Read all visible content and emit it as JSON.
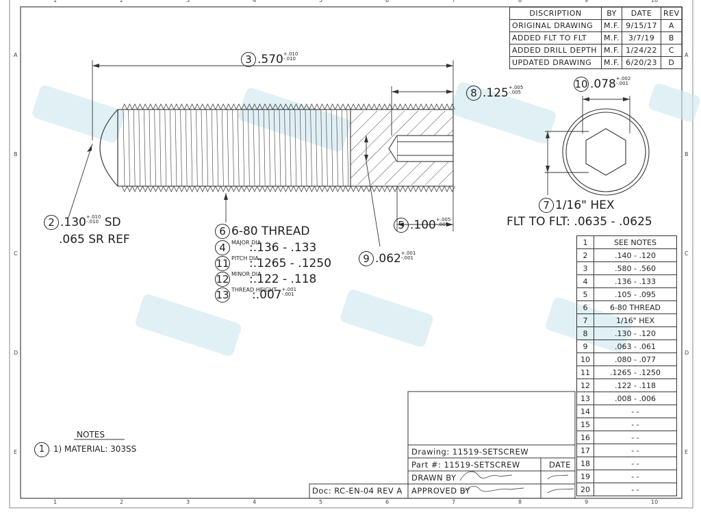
{
  "frame": {
    "top_numbers": [
      "1",
      "2",
      "3",
      "4",
      "5",
      "6",
      "7",
      "8",
      "9",
      "10"
    ],
    "bottom_numbers": [
      "1",
      "2",
      "3",
      "4",
      "5",
      "6",
      "7",
      "8",
      "9",
      "10"
    ],
    "side_letters": [
      "A",
      "B",
      "C",
      "D",
      "E"
    ]
  },
  "revisions": {
    "headers": [
      "DISCRIPTION",
      "BY",
      "DATE",
      "REV"
    ],
    "rows": [
      [
        "ORIGINAL DRAWING",
        "M.F.",
        "9/15/17",
        "A"
      ],
      [
        "ADDED FLT TO FLT",
        "M.F.",
        "3/7/19",
        "B"
      ],
      [
        "ADDED DRILL DEPTH",
        "M.F.",
        "1/24/22",
        "C"
      ],
      [
        "UPDATED DRAWING",
        "M.F.",
        "6/20/23",
        "D"
      ]
    ]
  },
  "dims": {
    "d3": {
      "num": "3",
      "val": ".570",
      "plus": "+.010",
      "minus": "-.010"
    },
    "d8": {
      "num": "8",
      "val": ".125",
      "plus": "+.005",
      "minus": "-.005"
    },
    "d10": {
      "num": "10",
      "val": ".078",
      "plus": "+.002",
      "minus": "-.001"
    },
    "d2": {
      "num": "2",
      "val": ".130",
      "plus": "+.010",
      "minus": "-.010",
      "suffix": "SD",
      "ref": ".065 SR REF"
    },
    "d6": {
      "num": "6",
      "text": "6-80 THREAD"
    },
    "d4": {
      "num": "4",
      "pre": "MAJOR DIA",
      "val": ":.136 - .133"
    },
    "d11": {
      "num": "11",
      "pre": "PITCH DIA",
      "val": ":.1265 - .1250"
    },
    "d12": {
      "num": "12",
      "pre": "MINOR DIA",
      "val": ":.122 - .118"
    },
    "d13": {
      "num": "13",
      "pre": "THREAD HEIGHT",
      "val": ":.007",
      "plus": "+.001",
      "minus": "-.001"
    },
    "d9": {
      "num": "9",
      "val": ".062",
      "plus": "+.001",
      "minus": "-.001"
    },
    "d5": {
      "num": "5",
      "val": ".100",
      "plus": "+.005",
      "minus": "-.005"
    },
    "d7": {
      "num": "7",
      "text": "1/16\" HEX"
    },
    "flt": "FLT TO FLT: .0635 - .0625"
  },
  "notes_table": [
    [
      "1",
      "SEE NOTES"
    ],
    [
      "2",
      ".140 - .120"
    ],
    [
      "3",
      ".580 - .560"
    ],
    [
      "4",
      ".136 - .133"
    ],
    [
      "5",
      ".105 - .095"
    ],
    [
      "6",
      "6-80 THREAD"
    ],
    [
      "7",
      "1/16\" HEX"
    ],
    [
      "8",
      ".130 - .120"
    ],
    [
      "9",
      ".063 - .061"
    ],
    [
      "10",
      ".080 - .077"
    ],
    [
      "11",
      ".1265 - .1250"
    ],
    [
      "12",
      ".122 - .118"
    ],
    [
      "13",
      ".008 - .006"
    ],
    [
      "14",
      "- -"
    ],
    [
      "15",
      "- -"
    ],
    [
      "16",
      "- -"
    ],
    [
      "17",
      "- -"
    ],
    [
      "18",
      "- -"
    ],
    [
      "19",
      "- -"
    ],
    [
      "20",
      "- -"
    ]
  ],
  "notes": {
    "title": "NOTES",
    "num": "1",
    "line": "1) MATERIAL: 303SS"
  },
  "title_block": {
    "drawing": "Drawing: 11519-SETSCREW",
    "part": "Part #: 11519-SETSCREW",
    "date_label": "DATE",
    "drawn_by": "DRAWN BY",
    "approved_by": "APPROVED BY",
    "doc": "Doc: RC-EN-04 REV A"
  }
}
